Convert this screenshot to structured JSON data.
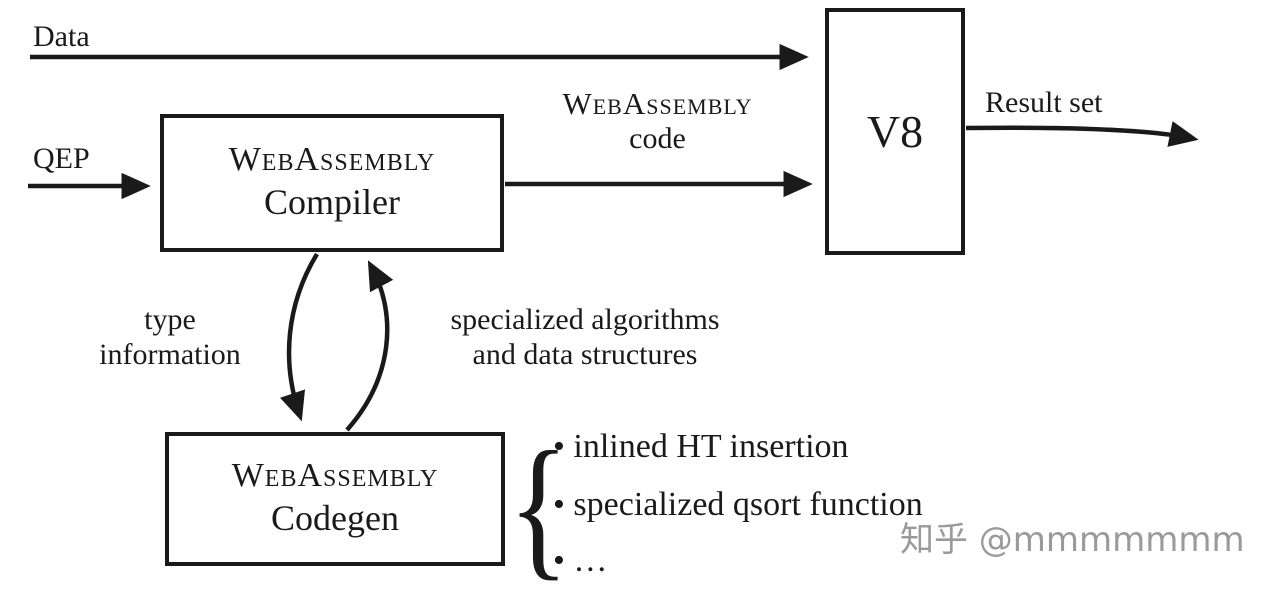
{
  "diagram": {
    "labels": {
      "data": "Data",
      "qep": "QEP",
      "wasm_code_line1": "WebAssembly",
      "wasm_code_line2": "code",
      "result_set": "Result set",
      "type_info_line1": "type",
      "type_info_line2": "information",
      "feedback_line1": "specialized algorithms",
      "feedback_line2": "and data structures"
    },
    "boxes": {
      "compiler": {
        "line1": "WebAssembly",
        "line2": "Compiler"
      },
      "v8": {
        "label": "V8"
      },
      "codegen": {
        "line1": "WebAssembly",
        "line2": "Codegen"
      }
    },
    "bullets": {
      "brace": "{",
      "items": [
        "• inlined HT insertion",
        "• specialized qsort function",
        "• …"
      ]
    },
    "watermark": "知乎 @mmmmmmm",
    "colors": {
      "ink": "#1a1a1a",
      "background": "#ffffff",
      "watermark_gray": "#787878"
    }
  }
}
